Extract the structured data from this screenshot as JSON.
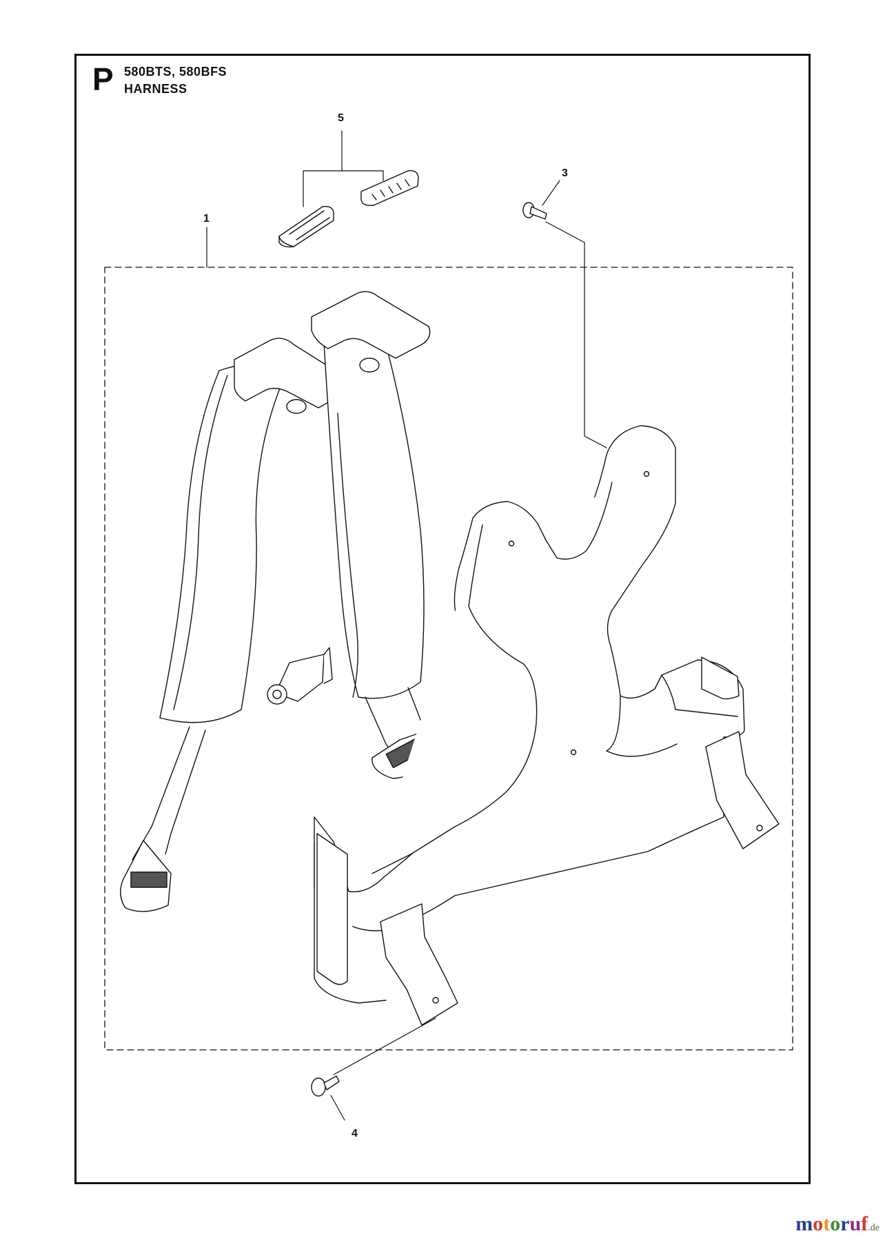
{
  "header": {
    "section_letter": "P",
    "models": "580BTS, 580BFS",
    "title": "HARNESS"
  },
  "callouts": {
    "part_1": "1",
    "part_3": "3",
    "part_4": "4",
    "part_5": "5"
  },
  "watermark": {
    "text": "motoruf",
    "suffix": ".de",
    "colors": [
      "#2a3f8f",
      "#d23a2a",
      "#e89a1c",
      "#3a8a2e",
      "#2a3f8f",
      "#8a2a8a",
      "#d23a2a"
    ]
  },
  "colors": {
    "line": "#111111",
    "paper": "#ffffff"
  }
}
